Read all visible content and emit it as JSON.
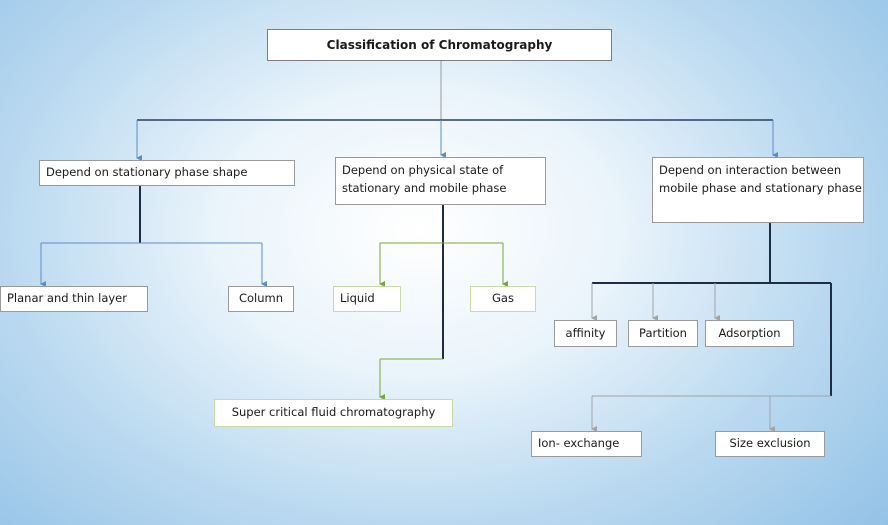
{
  "title": "Classification of Chromatography",
  "categories": {
    "shape": {
      "label": "Depend on stationary phase shape",
      "children": [
        "Planar and thin layer",
        "Column"
      ]
    },
    "physical": {
      "label": "Depend on physical state of stationary and mobile phase",
      "children": [
        "Liquid",
        "Gas",
        "Super critical fluid chromatography"
      ]
    },
    "interaction": {
      "label": "Depend on interaction between mobile phase and stationary phase",
      "children": [
        "affinity",
        "Partition",
        "Adsorption",
        "Ion- exchange",
        "Size exclusion"
      ]
    }
  },
  "colors": {
    "main_connector": "#2b3f5c",
    "blue_connector": "#5b8ec9",
    "green_connector": "#77a836",
    "grey_connector": "#9a9a9a"
  }
}
